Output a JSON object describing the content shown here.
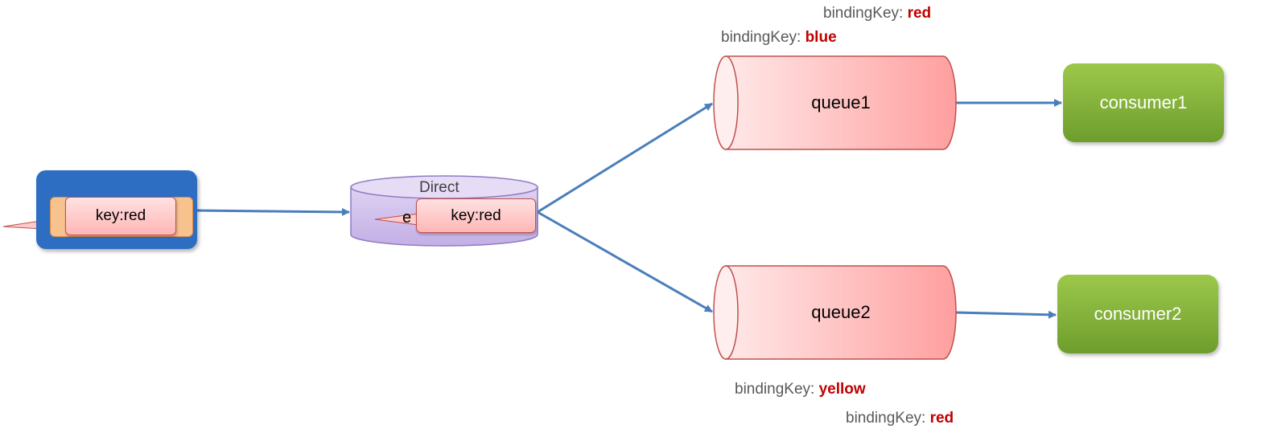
{
  "bindings": {
    "queue1_red": {
      "prefix": "bindingKey: ",
      "value": "red"
    },
    "queue1_blue": {
      "prefix": "bindingKey: ",
      "value": "blue"
    },
    "queue2_yellow": {
      "prefix": "bindingKey: ",
      "value": "yellow"
    },
    "queue2_red": {
      "prefix": "bindingKey: ",
      "value": "red"
    }
  },
  "queues": {
    "q1": "queue1",
    "q2": "queue2"
  },
  "consumers": {
    "c1": "consumer1",
    "c2": "consumer2"
  },
  "exchange": {
    "type": "Direct",
    "partial_name": "e"
  },
  "messages": {
    "publisher_msg": "key:red",
    "exchange_msg": "key:red"
  },
  "colors": {
    "arrow": "#4a7ebb",
    "queue_fill": "#ff9f9f",
    "consumer": "#7eae37",
    "publisher": "#2e6ec2",
    "exchange": "#cdbbe9",
    "binding_value": "#c00000"
  }
}
